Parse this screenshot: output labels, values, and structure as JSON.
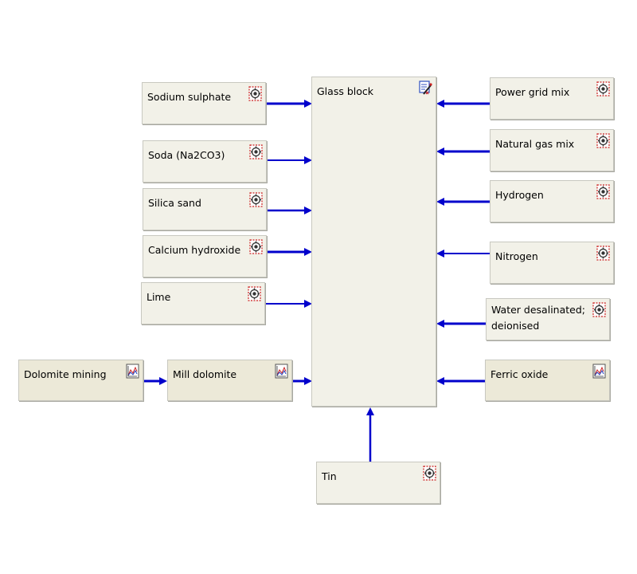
{
  "diagram": {
    "center": {
      "label": "Glass block",
      "icon": "process-edit-icon"
    },
    "left_inputs": [
      {
        "label": "Sodium sulphate",
        "icon": "system-process-icon"
      },
      {
        "label": "Soda (Na2CO3)",
        "icon": "system-process-icon"
      },
      {
        "label": "Silica sand",
        "icon": "system-process-icon"
      },
      {
        "label": "Calcium hydroxide",
        "icon": "system-process-icon"
      },
      {
        "label": "Lime",
        "icon": "system-process-icon"
      }
    ],
    "dolomite_chain": [
      {
        "label": "Dolomite  mining",
        "icon": "unit-process-chart-icon"
      },
      {
        "label": "Mill dolomite",
        "icon": "unit-process-chart-icon"
      }
    ],
    "right_inputs": [
      {
        "label": "Power grid mix",
        "icon": "system-process-icon"
      },
      {
        "label": "Natural  gas mix",
        "icon": "system-process-icon"
      },
      {
        "label": "Hydrogen",
        "icon": "system-process-icon"
      },
      {
        "label": "Nitrogen",
        "icon": "system-process-icon"
      },
      {
        "label": "Water desalinated;\ndeionised",
        "icon": "system-process-icon"
      },
      {
        "label": "Ferric oxide",
        "icon": "unit-process-chart-icon"
      }
    ],
    "bottom_input": {
      "label": "Tin",
      "icon": "system-process-icon"
    },
    "colors": {
      "arrow": "#0000cc",
      "box_fill": "#f2f1e8",
      "box_fill_alt": "#ece9d8"
    }
  }
}
